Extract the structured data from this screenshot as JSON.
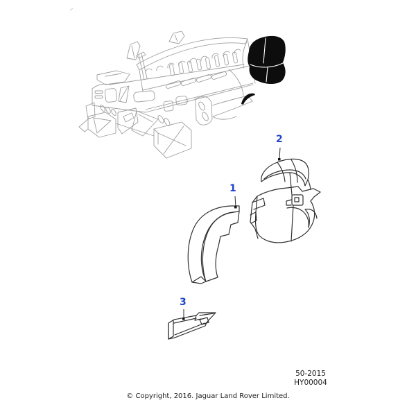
{
  "colors": {
    "callout": "#2143c8",
    "artwork": "#9f9f9f",
    "part_outline": "#2f2f2f",
    "highlight": "#0d0d0d",
    "text": "#1c1c1c",
    "page_bg": "#ffffff"
  },
  "callouts": [
    {
      "label": "1"
    },
    {
      "label": "2"
    },
    {
      "label": "3"
    }
  ],
  "footer": {
    "page_code": "50-2015",
    "figure_code": "HY00004",
    "copyright": "© Copyright, 2016. Jaguar Land Rover Limited."
  }
}
